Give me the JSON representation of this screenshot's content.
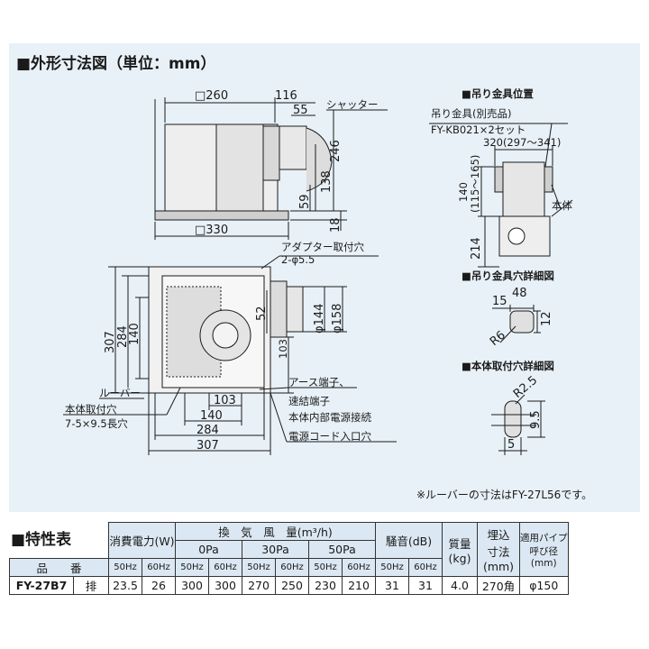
{
  "section_title": "■外形寸法図（単位：mm）",
  "dims": {
    "width_260": "□260",
    "d116": "116",
    "d55": "55",
    "shutter": "シャッター",
    "d246": "246",
    "d138": "138",
    "d59": "59",
    "d18": "18",
    "width_330": "□330",
    "adapter_holes": "アダプター取付穴",
    "adapter_holes_spec": "2-φ5.5",
    "d307v": "307",
    "d284v": "284",
    "d140v": "140",
    "d52": "52",
    "phi144": "φ144",
    "phi158": "φ158",
    "d103v": "103",
    "d103h": "103",
    "d140h": "140",
    "d284h": "284",
    "d307h": "307",
    "louver": "ルーバー",
    "body_holes": "本体取付穴",
    "body_holes_spec": "7-5×9.5長穴",
    "earth_terminal": "アース端子、",
    "quick_terminal": "速結端子",
    "internal_power": "本体内部電源接続",
    "cord_inlet": "電源コード入口穴"
  },
  "hanger": {
    "title": "■吊り金具位置",
    "part": "吊り金具(別売品)",
    "model": "FY-KB021×2セット",
    "d320": "320(297～341)",
    "d140": "140",
    "d140_range": "(115～165)",
    "body": "本体",
    "d214": "214"
  },
  "hanger_detail": {
    "title": "■吊り金具穴詳細図",
    "d15": "15",
    "d48": "48",
    "d12": "12",
    "r6": "R6"
  },
  "body_detail": {
    "title": "■本体取付穴詳細図",
    "r25": "R2.5",
    "d95": "9.5",
    "d5": "5"
  },
  "louver_note": "※ルーバーの寸法はFY-27L56です。",
  "spec": {
    "title": "■特性表",
    "power_header": "消費電力(W)",
    "airflow_header": "換　気　風　量(m³/h)",
    "pressures": [
      "0Pa",
      "30Pa",
      "50Pa"
    ],
    "noise_header": "騒音(dB)",
    "mass_header": "質量(kg)",
    "mass_h1": "質量",
    "mass_h2": "(kg)",
    "embed_h1": "埋込",
    "embed_h2": "寸法",
    "embed_h3": "(mm)",
    "pipe_h1": "適用パイプ",
    "pipe_h2": "呼び径",
    "pipe_h3": "(mm)",
    "model_header": "品　　番",
    "hz50": "50Hz",
    "hz60": "60Hz",
    "row": {
      "model": "FY-27B7",
      "type": "排",
      "power": [
        "23.5",
        "26"
      ],
      "q0": [
        "300",
        "300"
      ],
      "q30": [
        "270",
        "250"
      ],
      "q50": [
        "230",
        "210"
      ],
      "noise": [
        "31",
        "31"
      ],
      "mass": "4.0",
      "embed": "270角",
      "pipe": "φ150"
    }
  },
  "colors": {
    "panel": "#e8f1f8",
    "header_cell": "#dbe8f3",
    "line": "#1a1a1a"
  }
}
